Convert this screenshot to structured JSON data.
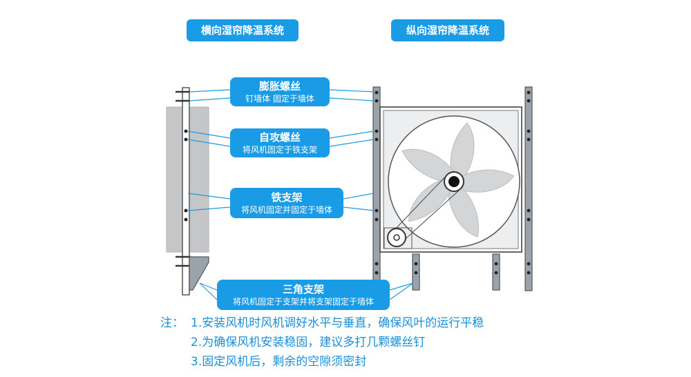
{
  "titles": {
    "left": "横向湿帘降温系统",
    "right": "纵向湿帘降温系统"
  },
  "callouts": [
    {
      "title": "膨胀螺丝",
      "subtitle": "钉墙体 固定于墙体"
    },
    {
      "title": "自攻螺丝",
      "subtitle": "将风机固定于铁支架"
    },
    {
      "title": "铁支架",
      "subtitle": "将风机固定并固定于墙体"
    },
    {
      "title": "三角支架",
      "subtitle": "将风机固定于支架并将支架固定于墙体"
    }
  ],
  "notes": {
    "prefix": "注：",
    "lines": [
      "1.安装风机时风机调好水平与垂直，确保风叶的运行平稳",
      "2.为确保风机安装稳固，建议多打几颗螺丝钉",
      "3.固定风机后，剩余的空隙须密封"
    ]
  },
  "colors": {
    "accent": "#1a9be6",
    "note_text": "#1a8fd8",
    "steel": "#9aa3ab",
    "wall_panel": "#c4c6c8",
    "fan_blade": "#d3d5d7",
    "fan_face": "#eceeef",
    "outline": "#555555"
  }
}
